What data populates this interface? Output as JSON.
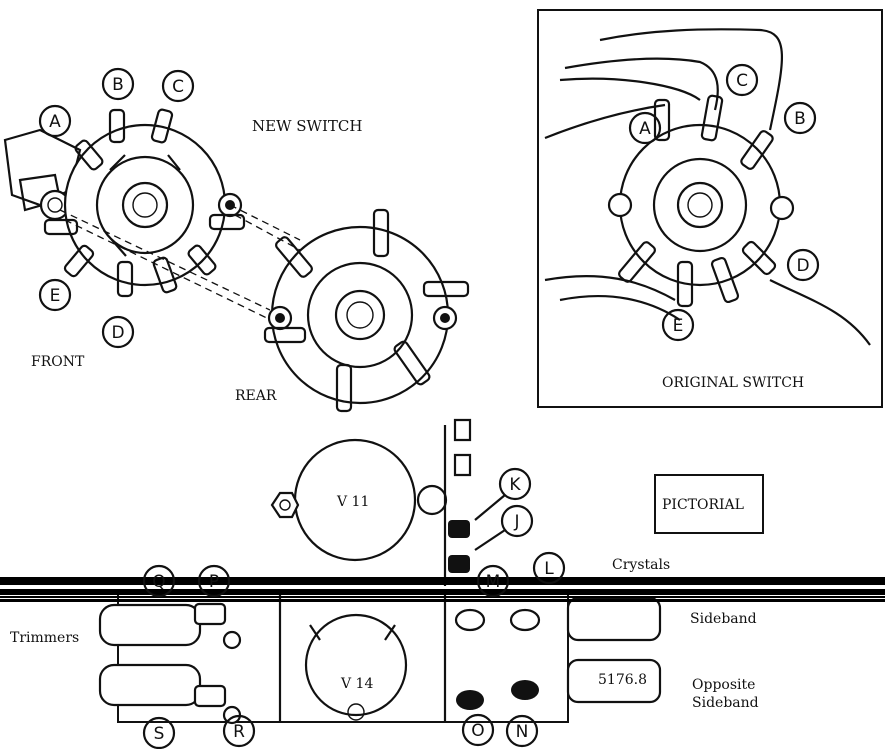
{
  "labels": {
    "new_switch": "NEW SWITCH",
    "front": "FRONT",
    "rear": "REAR",
    "original_switch": "ORIGINAL SWITCH",
    "pictorial": "PICTORIAL",
    "v11": "V 11",
    "v14": "V 14",
    "crystals": "Crystals",
    "trimmers": "Trimmers",
    "sideband": "Sideband",
    "opposite": "Opposite",
    "opposite_sideband": "Sideband",
    "crystal_value": "5176.8"
  },
  "callouts": {
    "new_a": "A",
    "new_b": "B",
    "new_c": "C",
    "new_d": "D",
    "new_e": "E",
    "orig_a": "A",
    "orig_b": "B",
    "orig_c": "C",
    "orig_d": "D",
    "orig_e": "E",
    "k": "K",
    "j": "J",
    "m": "M",
    "l": "L",
    "q": "Q",
    "p": "P",
    "s": "S",
    "r": "R",
    "o": "O",
    "n": "N"
  }
}
